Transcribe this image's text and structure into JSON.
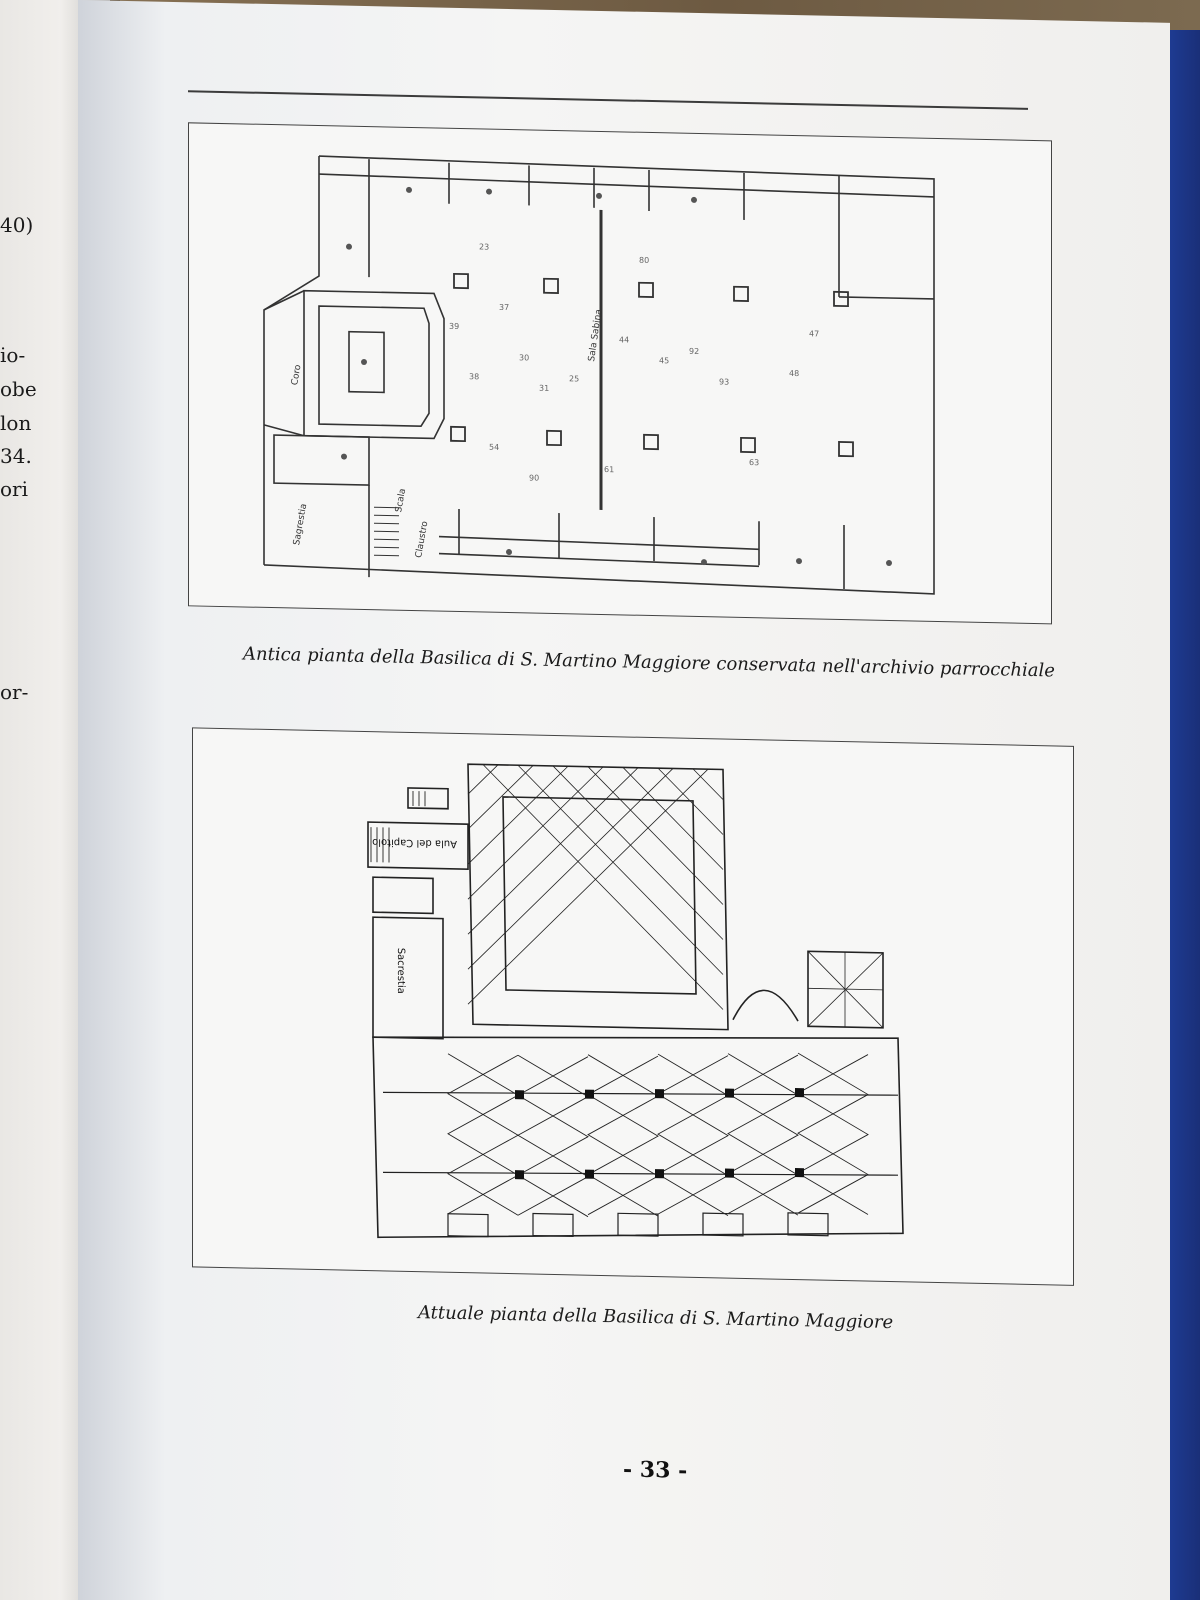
{
  "left_page": {
    "fragments": [
      "40)",
      "io-",
      "obe",
      "lon",
      "34.",
      "ori",
      "or-"
    ]
  },
  "figures": [
    {
      "caption": "Antica pianta della Basilica di S. Martino Maggiore conservata nell'archivio parrocchiale",
      "labels": [
        "Coro",
        "Sagrestia",
        "Claustro",
        "Scala",
        "Sala Sabina"
      ]
    },
    {
      "caption": "Attuale pianta della Basilica di S. Martino Maggiore",
      "labels": [
        "Aula del Capitolo",
        "Sacrestia"
      ]
    }
  ],
  "page_number": "- 33 -"
}
